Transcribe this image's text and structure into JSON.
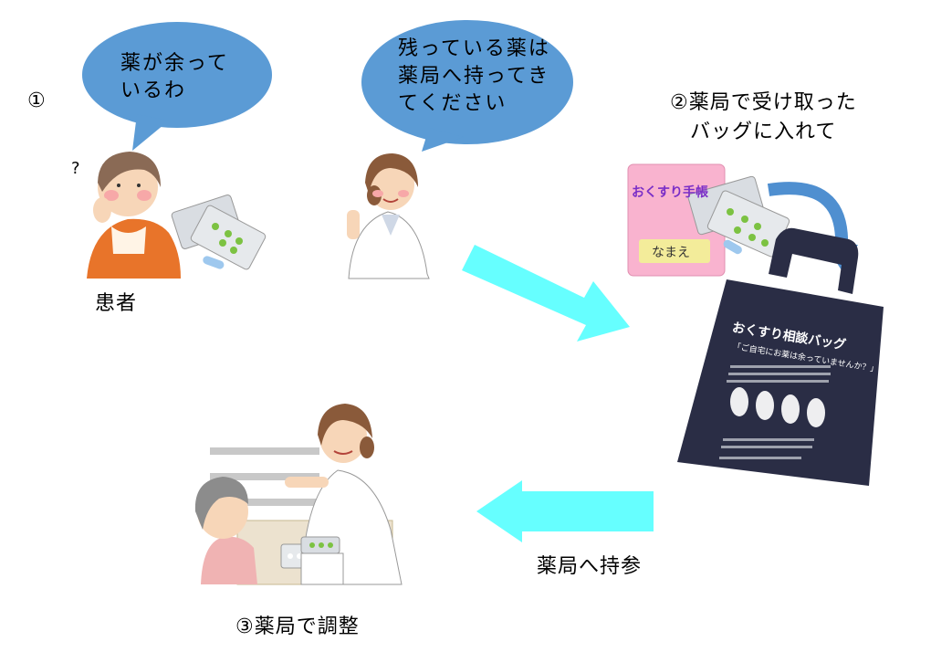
{
  "step1": {
    "marker": "①",
    "question": "?",
    "patient_label": "患者"
  },
  "bubble_patient": {
    "line1": "薬が余って",
    "line2": "いるわ"
  },
  "bubble_pharmacist": {
    "line1": "残っている薬は",
    "line2": "薬局へ持ってき",
    "line3": "てください"
  },
  "step2": {
    "line1": "②薬局で受け取った",
    "line2": "バッグに入れて"
  },
  "notebook": {
    "title": "おくすり手帳",
    "name_field": "なまえ"
  },
  "bag": {
    "title": "おくすり相談バッグ",
    "subtitle": "「ご自宅にお薬は余っていませんか？」"
  },
  "step3": {
    "label": "③薬局で調整"
  },
  "arrow_bottom_label": "薬局へ持参",
  "colors": {
    "bubble": "#5b9bd5",
    "arrow": "#66ffff",
    "notebook": "#f9b3cf",
    "bag": "#2a2d45",
    "curve_arrow": "#4f8fd0"
  }
}
